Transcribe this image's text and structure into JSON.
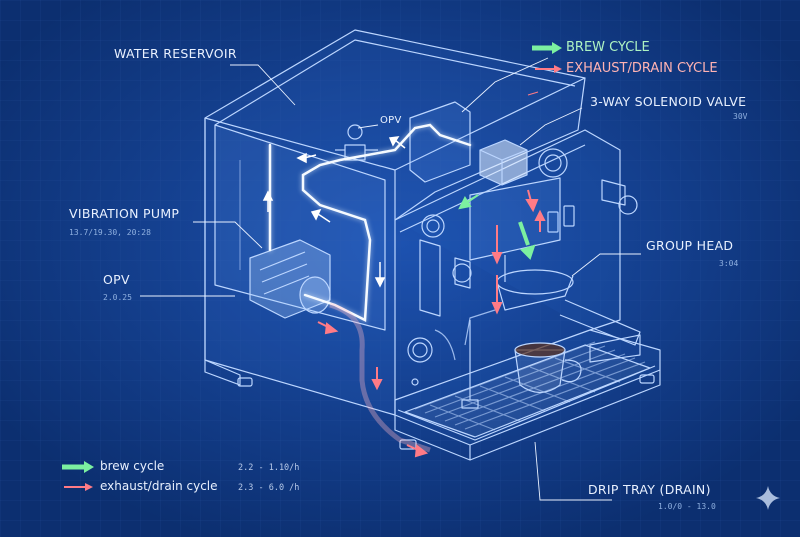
{
  "legend_top": {
    "brew": "BREW CYCLE",
    "exhaust": "EXHAUST/DRAIN CYCLE"
  },
  "labels": {
    "water_reservoir": "WATER RESERVOIR",
    "opv_top": "OPV",
    "solenoid": "3-WAY SOLENOID VALVE",
    "solenoid_sub": "30V",
    "vibration_pump": "VIBRATION PUMP",
    "vibration_pump_sub": "13.7/19.30, 20:28",
    "opv_left": "OPV",
    "opv_left_sub": "2.0.25",
    "group_head": "GROUP HEAD",
    "group_head_sub": "3:04",
    "drip_tray": "DRIP TRAY (DRAIN)",
    "drip_tray_sub": "1.0/0 - 13.0"
  },
  "legend_bottom": {
    "brew": "brew cycle",
    "brew_rate": "2.2 - 1.10/h",
    "exhaust": "exhaust/drain cycle",
    "exhaust_rate": "2.3 - 6.0 /h"
  },
  "colors": {
    "background": "#0f3a85",
    "line": "#bcd6ff",
    "brew": "#7cf0a0",
    "exhaust": "#ff7b86"
  },
  "icons": [
    "sparkle-icon"
  ]
}
